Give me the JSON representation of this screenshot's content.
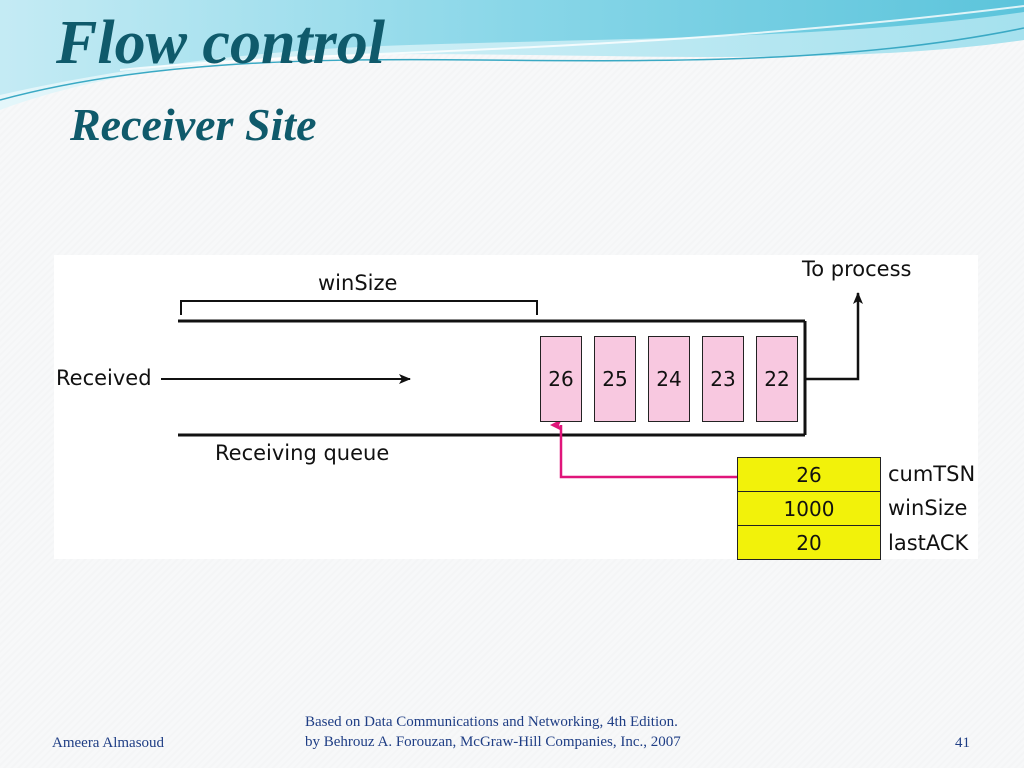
{
  "slide": {
    "title": "Flow control",
    "subtitle": "Receiver Site"
  },
  "diagram": {
    "bracket_label": "winSize",
    "received_label": "Received",
    "queue_label": "Receiving queue",
    "to_process_label": "To process",
    "packets": [
      "26",
      "25",
      "24",
      "23",
      "22"
    ],
    "variables": [
      {
        "value": "26",
        "name": "cumTSN"
      },
      {
        "value": "1000",
        "name": "winSize"
      },
      {
        "value": "20",
        "name": "lastACK"
      }
    ],
    "colors": {
      "packet_fill": "#f8c8e0",
      "variable_fill": "#f2f20a",
      "pointer_arrow": "#e0157a"
    }
  },
  "footer": {
    "author": "Ameera Almasoud",
    "source_line1": "Based on Data Communications and Networking, 4th Edition.",
    "source_line2": "by Behrouz A. Forouzan,   McGraw-Hill Companies, Inc., 2007",
    "page_number": "41"
  }
}
